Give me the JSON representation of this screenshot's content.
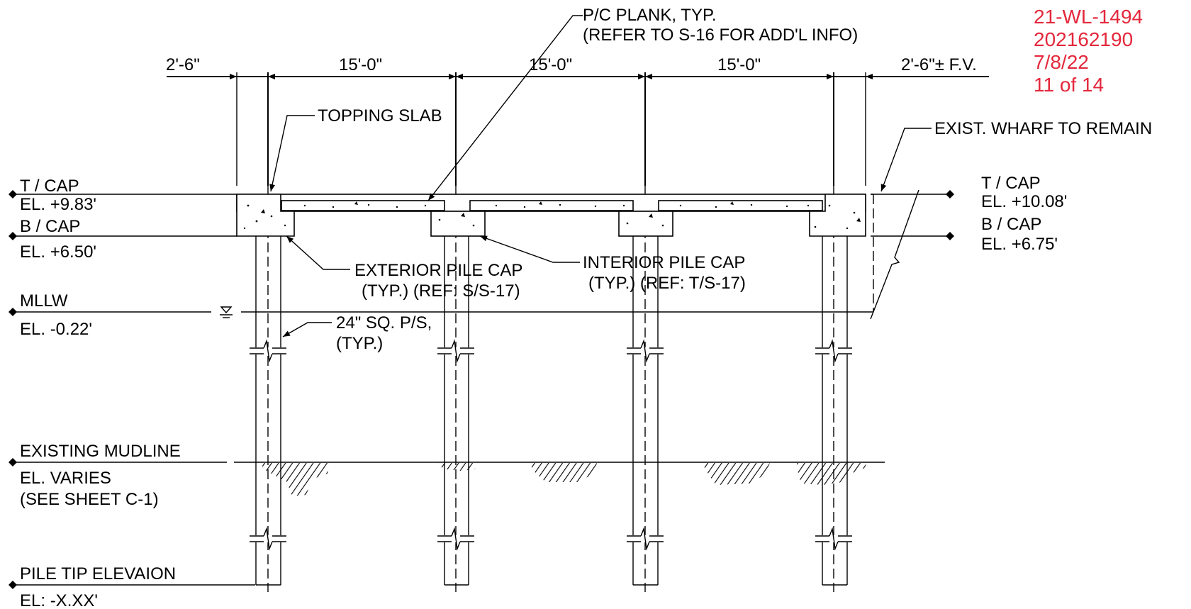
{
  "stamp": {
    "line1": "21-WL-1494",
    "line2": "202162190",
    "line3": "7/8/22",
    "line4": "11 of 14",
    "color": "#e4283c"
  },
  "dimensions": {
    "left_overhang": "2'-6\"",
    "span1": "15'-0\"",
    "span2": "15'-0\"",
    "span3": "15'-0\"",
    "right_overhang": "2'-6\"± F.V."
  },
  "callouts": {
    "plank_line1": "P/C PLANK, TYP.",
    "plank_line2": "(REFER TO S-16 FOR ADD'L INFO)",
    "topping_slab": "TOPPING SLAB",
    "exist_wharf": "EXIST. WHARF TO REMAIN",
    "ext_cap_line1": "EXTERIOR PILE CAP",
    "ext_cap_line2": "(TYP.) (REF: S/S-17)",
    "int_cap_line1": "INTERIOR PILE CAP",
    "int_cap_line2": "(TYP.) (REF: T/S-17)",
    "pile_line1": "24\" SQ. P/S,",
    "pile_line2": "(TYP.)"
  },
  "elevations_left": {
    "tcap_label": "T / CAP",
    "tcap_value": "EL. +9.83'",
    "bcap_label": "B / CAP",
    "bcap_value": "EL. +6.50'",
    "mllw_label": "MLLW",
    "mllw_value": "EL. -0.22'",
    "mud_label": "EXISTING MUDLINE",
    "mud_value": "EL. VARIES",
    "mud_ref": "(SEE SHEET C-1)",
    "tip_label": "PILE TIP ELEVAION",
    "tip_value": "EL: -X.XX'"
  },
  "elevations_right": {
    "tcap_label": "T / CAP",
    "tcap_value": "EL. +10.08'",
    "bcap_label": "B / CAP",
    "bcap_value": "EL. +6.75'"
  }
}
